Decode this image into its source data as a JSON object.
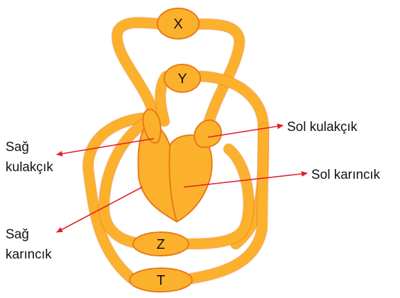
{
  "colors": {
    "vessel_fill": "#FCB12C",
    "vessel_stroke": "#E8791A",
    "arrow": "#E11D2A",
    "text": "#111111",
    "background": "#FFFFFF"
  },
  "nodes": {
    "x": "X",
    "y": "Y",
    "z": "Z",
    "t": "T"
  },
  "labels": {
    "right_atrium_line1": "Sağ",
    "right_atrium_line2": "kulakçık",
    "right_ventricle_line1": "Sağ",
    "right_ventricle_line2": "karıncık",
    "left_atrium": "Sol kulakçık",
    "left_ventricle": "Sol karıncık"
  }
}
